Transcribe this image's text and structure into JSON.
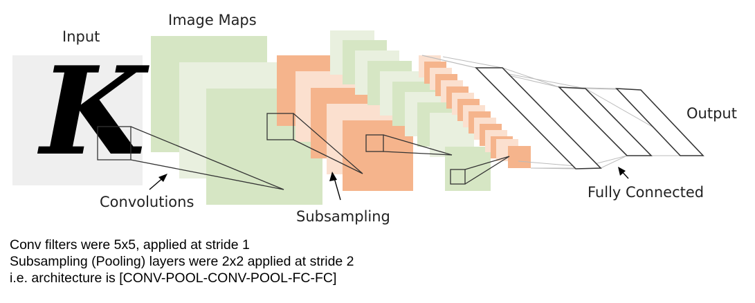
{
  "labels": {
    "input": "Input",
    "image_maps": "Image Maps",
    "output": "Output",
    "convolutions": "Convolutions",
    "subsampling": "Subsampling",
    "fully_connected": "Fully Connected"
  },
  "input_glyph": "K",
  "notes": [
    "Conv filters were 5x5, applied at stride 1",
    "Subsampling (Pooling) layers were 2x2 applied at stride 2",
    "i.e. architecture is [CONV-POOL-CONV-POOL-FC-FC]"
  ],
  "colors": {
    "input_bg": "#efefef",
    "conv_green": "#d6e6c4",
    "conv_green_light": "#e9f0df",
    "pool_orange": "#f5b48c",
    "pool_orange_light": "#fbe0cf",
    "line": "#333333",
    "fc_connection": "#bbbbbb"
  }
}
